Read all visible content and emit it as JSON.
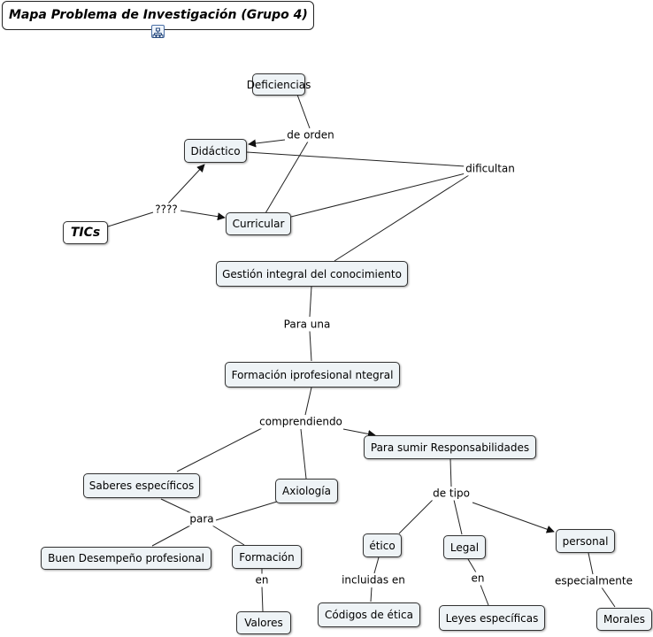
{
  "title": "Mapa Problema de Investigación (Grupo 4)",
  "title_icon": "concept-map-icon",
  "nodes": {
    "deficiencias": "Deficiencias",
    "didactico": "Didáctico",
    "tics": "TICs",
    "curricular": "Curricular",
    "gestion": "Gestión integral del conocimiento",
    "formacion_integral": "Formación iprofesional ntegral",
    "para_sumir": "Para sumir Responsabilidades",
    "saberes": "Saberes específicos",
    "axiologia": "Axiología",
    "buen_desempeno": "Buen Desempeño profesional",
    "formacion": "Formación",
    "valores": "Valores",
    "etico": "ético",
    "legal": "Legal",
    "personal": "personal",
    "codigos": "Códigos de ética",
    "leyes": "Leyes específicas",
    "morales": "Morales"
  },
  "links": {
    "de_orden": "de orden",
    "dificultan": "dificultan",
    "interrogantes": "????",
    "para_una": "Para una",
    "comprendiendo": "comprendiendo",
    "para": "para",
    "de_tipo": "de tipo",
    "en_1": "en",
    "incluidas_en": "incluidas en",
    "en_2": "en",
    "especialmente": "especialmente"
  },
  "colors": {
    "node_fill": "#eef3f6",
    "node_border": "#333333",
    "line": "#222222"
  }
}
